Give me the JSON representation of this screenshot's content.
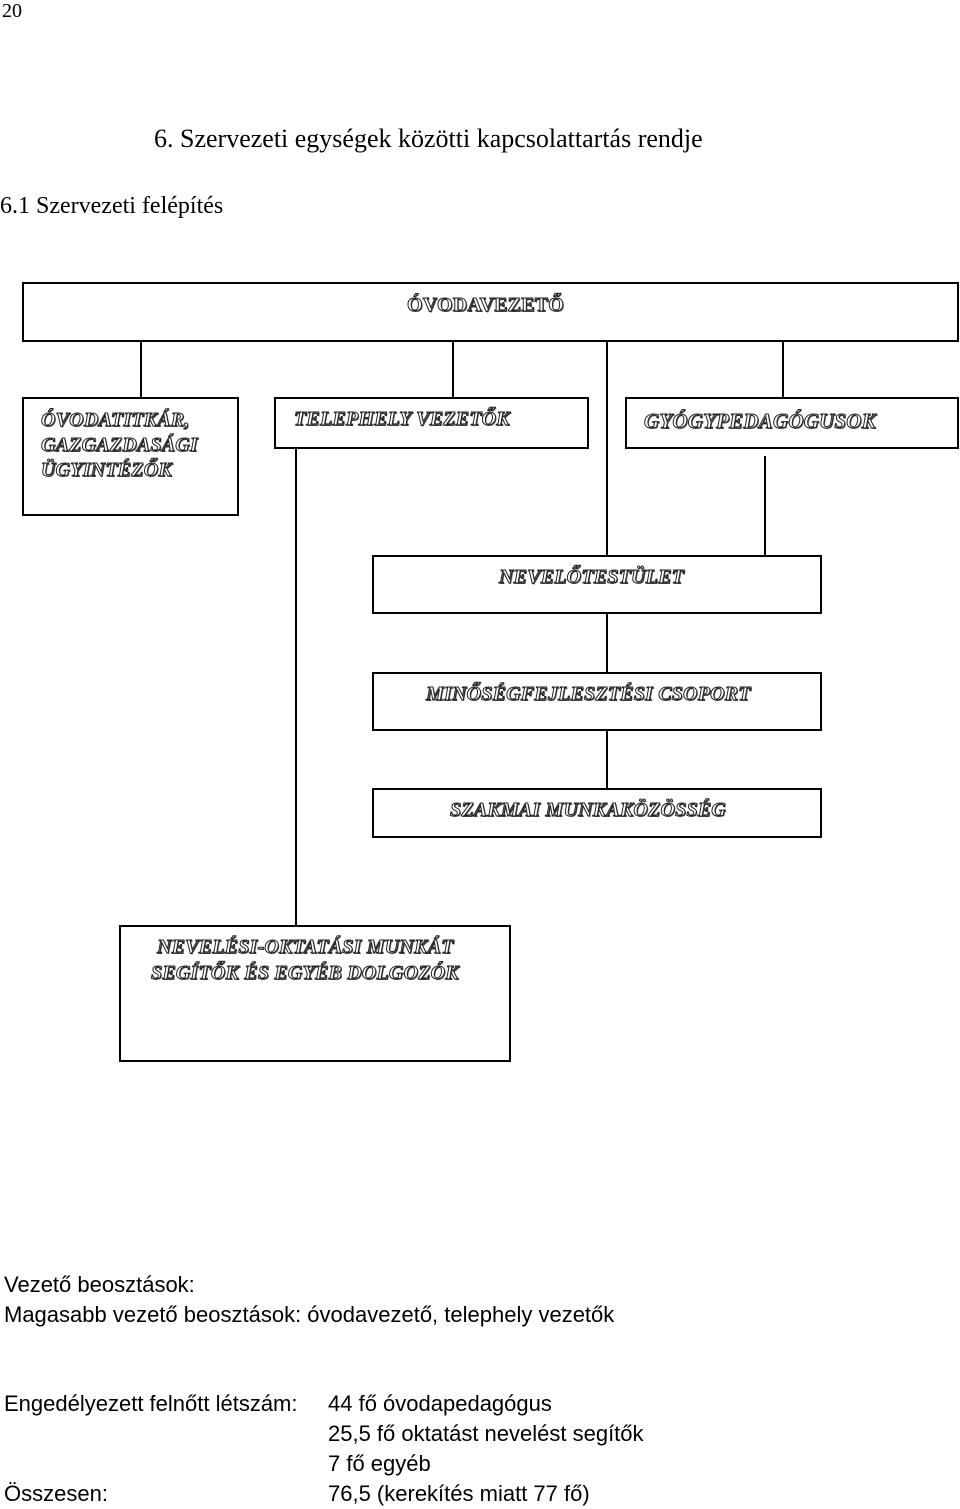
{
  "page_number": "20",
  "section_title": "6. Szervezeti egységek közötti kapcsolattartás rendje",
  "subsection_title": "6.1 Szervezeti felépítés",
  "org_chart": {
    "head": "ÓVODAVEZETŐ",
    "admin": [
      "ÓVODATITKÁR,",
      "GAZGAZDASÁGI",
      "ÜGYINTÉZŐK"
    ],
    "site_leaders": "TELEPHELY VEZETŐK",
    "special_educators": "GYÓGYPEDAGÓGUSOK",
    "teaching_staff": "NEVELŐTESTÜLET",
    "quality_group": "MINŐSÉGFEJLESZTÉSI CSOPORT",
    "professional_community": "SZAKMAI MUNKAKÖZÖSSÉG",
    "support_staff": [
      "NEVELÉSI-OKTATÁSI MUNKÁT",
      "SEGÍTŐK ÉS EGYÉB DOLGOZÓK"
    ]
  },
  "notes": {
    "leadership_heading": "Vezető beosztások:",
    "senior_leadership": "Magasabb vezető beosztások: óvodavezető, telephely vezetők",
    "headcount_label": "Engedélyezett felnőtt létszám:",
    "headcount_lines": [
      "44 fő óvodapedagógus",
      "25,5 fő oktatást nevelést segítők",
      "7 fő egyéb"
    ],
    "total_label": "Összesen:",
    "total_value": "76,5 (kerekítés miatt 77 fő)"
  }
}
